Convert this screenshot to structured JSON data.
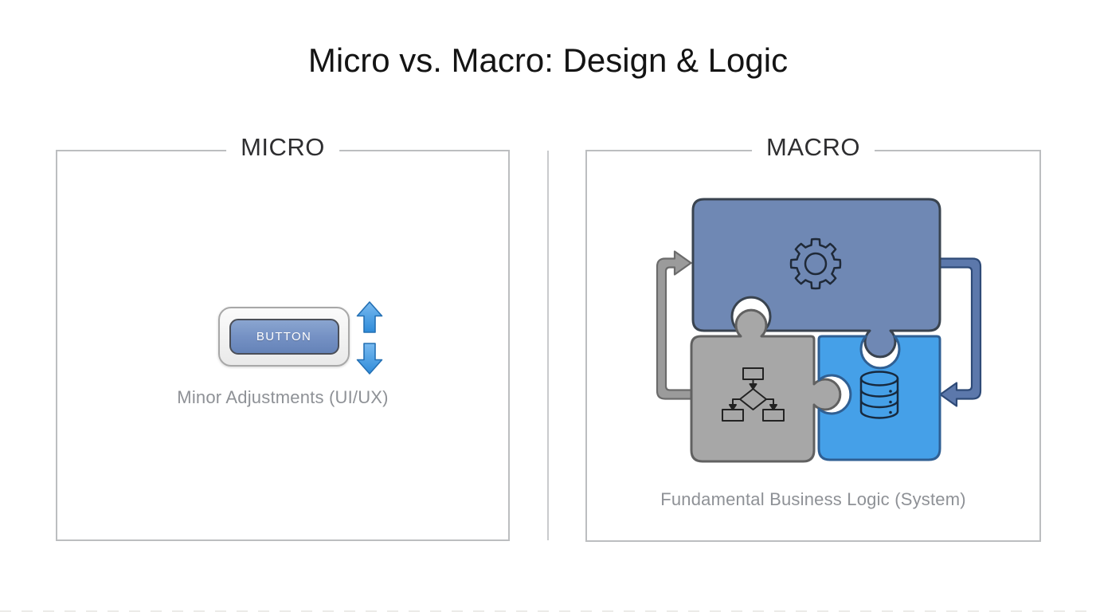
{
  "title": "Micro vs. Macro: Design & Logic",
  "panels": {
    "micro": {
      "label": "MICRO",
      "caption": "Minor Adjustments (UI/UX)",
      "button_label": "BUTTON",
      "icons": [
        "up-block-arrow",
        "down-block-arrow"
      ]
    },
    "macro": {
      "label": "MACRO",
      "caption": "Fundamental Business Logic (System)",
      "icons": [
        "gear",
        "flowchart",
        "database",
        "cycle-arrow-left",
        "cycle-arrow-right"
      ]
    }
  },
  "colors": {
    "background": "#ffffff",
    "panel_border": "#bcbec0",
    "divider": "#c9cbcd",
    "title_text": "#141414",
    "label_text": "#2e2e30",
    "caption_text": "#8e9196",
    "puzzle_top_piece": "#6f88b4",
    "puzzle_gray_piece": "#a7a7a7",
    "puzzle_blue_piece": "#45a0e8",
    "button_face": "#7591c4",
    "adjust_arrow_blue": "#3e97e2",
    "cycle_arrow_gray": "#9b9b9b",
    "cycle_arrow_blue": "#5c78ab"
  }
}
